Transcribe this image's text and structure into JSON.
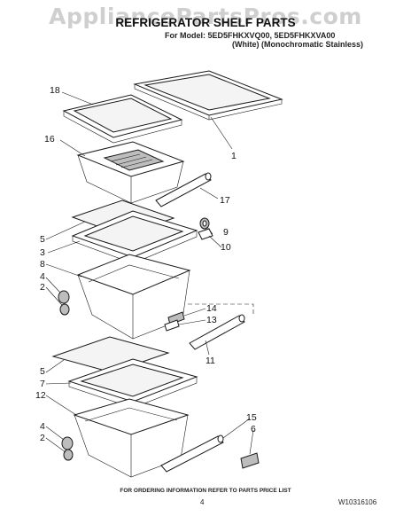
{
  "watermark": "AppliancePartsPros.com",
  "header": {
    "title": "REFRIGERATOR SHELF PARTS",
    "model_line": "For Model: 5ED5FHKXVQ00, 5ED5FHKXVA00",
    "variant_line": "(White)   (Monochromatic Stainless)"
  },
  "callouts": {
    "c18": "18",
    "c16": "16",
    "c1": "1",
    "c17": "17",
    "c5a": "5",
    "c9": "9",
    "c3": "3",
    "c10": "10",
    "c8": "8",
    "c4a": "4",
    "c2a": "2",
    "c14": "14",
    "c13": "13",
    "c11": "11",
    "c5b": "5",
    "c7": "7",
    "c12": "12",
    "c4b": "4",
    "c2b": "2",
    "c15": "15",
    "c6": "6"
  },
  "footer": {
    "ordering_note": "FOR ORDERING INFORMATION REFER TO PARTS PRICE LIST",
    "page_number": "4",
    "document_number": "W10316106"
  }
}
